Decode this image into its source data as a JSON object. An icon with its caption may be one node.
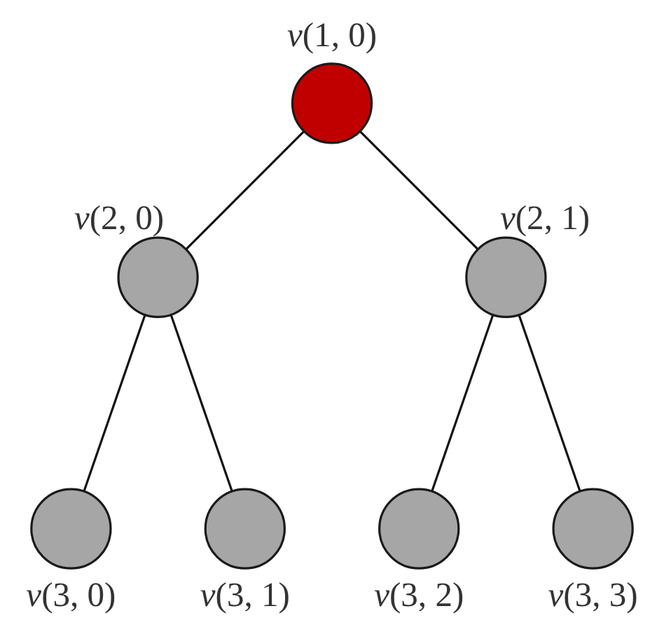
{
  "diagram": {
    "nodes": [
      {
        "text": [
          "*v*(1, 0)"
        ]
      },
      {
        "text": [
          "*v*(2, 0)"
        ]
      },
      {
        "text": [
          "*v*(2, 1)"
        ]
      },
      {
        "text": [
          "*v*(3, 0)"
        ]
      },
      {
        "text": [
          "*v*(3, 1)"
        ]
      },
      {
        "text": [
          "*v*(3, 2)"
        ]
      },
      {
        "text": [
          "*v*(3, 3)"
        ]
      }
    ],
    "edges": [
      {
        "from": 0,
        "to": 1,
        "arrow": "none"
      },
      {
        "from": 0,
        "to": 2,
        "arrow": "none"
      },
      {
        "from": 1,
        "to": 3,
        "arrow": "none"
      },
      {
        "from": 1,
        "to": 4,
        "arrow": "none"
      },
      {
        "from": 2,
        "to": 5,
        "arrow": "none"
      },
      {
        "from": 2,
        "to": 6,
        "arrow": "none"
      }
    ]
  }
}
